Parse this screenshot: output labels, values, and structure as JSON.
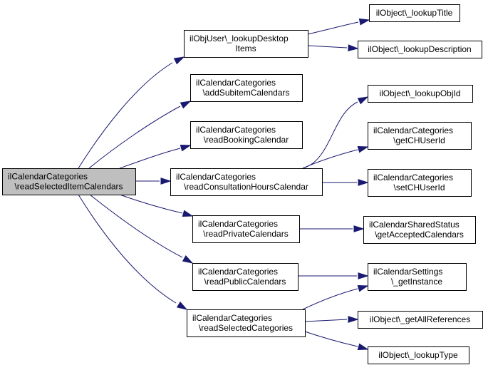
{
  "nodes": [
    {
      "id": "root",
      "lines": [
        "ilCalendarCategories",
        "\\readSelectedItemCalendars"
      ]
    },
    {
      "id": "n1",
      "lines": [
        "ilObjUser\\_lookupDesktop",
        "Items"
      ]
    },
    {
      "id": "n2",
      "lines": [
        "ilCalendarCategories",
        "\\addSubitemCalendars"
      ]
    },
    {
      "id": "n3",
      "lines": [
        "ilCalendarCategories",
        "\\readBookingCalendar"
      ]
    },
    {
      "id": "n4",
      "lines": [
        "ilCalendarCategories",
        "\\readConsultationHoursCalendar"
      ]
    },
    {
      "id": "n5",
      "lines": [
        "ilCalendarCategories",
        "\\readPrivateCalendars"
      ]
    },
    {
      "id": "n6",
      "lines": [
        "ilCalendarCategories",
        "\\readPublicCalendars"
      ]
    },
    {
      "id": "n7",
      "lines": [
        "ilCalendarCategories",
        "\\readSelectedCategories"
      ]
    },
    {
      "id": "n8",
      "lines": [
        "ilObject\\_lookupTitle"
      ]
    },
    {
      "id": "n9",
      "lines": [
        "ilObject\\_lookupDescription"
      ]
    },
    {
      "id": "n10",
      "lines": [
        "ilObject\\_lookupObjId"
      ]
    },
    {
      "id": "n11",
      "lines": [
        "ilCalendarCategories",
        "\\getCHUserId"
      ]
    },
    {
      "id": "n12",
      "lines": [
        "ilCalendarCategories",
        "\\setCHUserId"
      ]
    },
    {
      "id": "n13",
      "lines": [
        "ilCalendarSharedStatus",
        "\\getAcceptedCalendars"
      ]
    },
    {
      "id": "n14",
      "lines": [
        "ilCalendarSettings",
        "\\_getInstance"
      ]
    },
    {
      "id": "n15",
      "lines": [
        "ilObject\\_getAllReferences"
      ]
    },
    {
      "id": "n16",
      "lines": [
        "ilObject\\_lookupType"
      ]
    }
  ],
  "edges": [
    {
      "from": "root",
      "to": "n1"
    },
    {
      "from": "root",
      "to": "n2"
    },
    {
      "from": "root",
      "to": "n3"
    },
    {
      "from": "root",
      "to": "n4"
    },
    {
      "from": "root",
      "to": "n5"
    },
    {
      "from": "root",
      "to": "n6"
    },
    {
      "from": "root",
      "to": "n7"
    },
    {
      "from": "n1",
      "to": "n8"
    },
    {
      "from": "n1",
      "to": "n9"
    },
    {
      "from": "n4",
      "to": "n10"
    },
    {
      "from": "n4",
      "to": "n11"
    },
    {
      "from": "n4",
      "to": "n12"
    },
    {
      "from": "n5",
      "to": "n13"
    },
    {
      "from": "n6",
      "to": "n14"
    },
    {
      "from": "n7",
      "to": "n14"
    },
    {
      "from": "n7",
      "to": "n15"
    },
    {
      "from": "n7",
      "to": "n16"
    }
  ]
}
